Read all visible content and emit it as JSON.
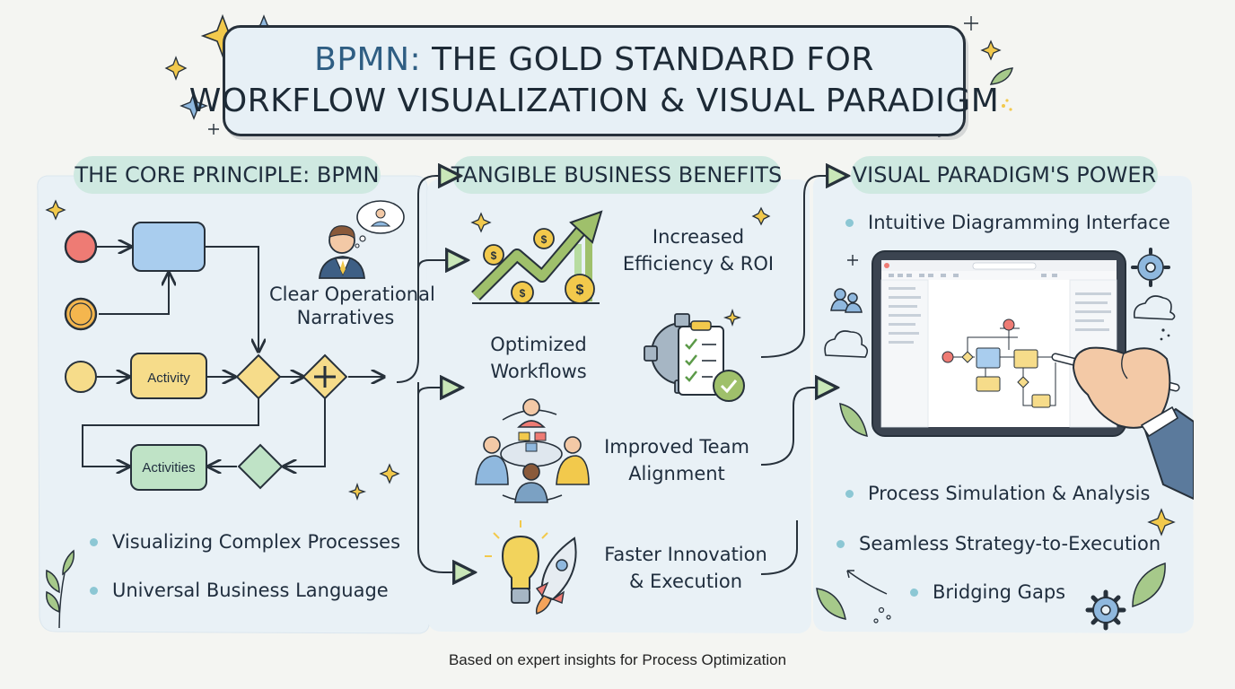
{
  "title": {
    "line1_accent": "BPMN:",
    "line1_rest": " THE GOLD STANDARD FOR",
    "line2": "WORKFLOW VISUALIZATION & VISUAL PARADIGM"
  },
  "sections": {
    "core": {
      "heading": "THE CORE PRINCIPLE: BPMN",
      "diagram": {
        "activity_label": "Activity",
        "activities_label": "Activities"
      },
      "narrative_label_1": "Clear Operational",
      "narrative_label_2": "Narratives",
      "bullets": [
        "Visualizing Complex Processes",
        "Universal Business Language"
      ]
    },
    "benefits": {
      "heading": "TANGIBLE BUSINESS BENEFITS",
      "items": [
        {
          "line1": "Increased",
          "line2": "Efficiency & ROI"
        },
        {
          "line1": "Optimized",
          "line2": "Workflows"
        },
        {
          "line1": "Improved Team",
          "line2": "Alignment"
        },
        {
          "line1": "Faster Innovation",
          "line2": "& Execution"
        }
      ]
    },
    "vp": {
      "heading": "VISUAL PARADIGM'S POWER",
      "bullets": [
        "Intuitive Diagramming Interface",
        "Process Simulation & Analysis",
        "Seamless Strategy-to-Execution",
        "Bridging Gaps"
      ]
    }
  },
  "footer": "Based on expert insights for Process Optimization",
  "colors": {
    "panel": "#e9f1f6",
    "pill": "#cfe9e1",
    "activity_blue": "#a9cdee",
    "activity_yellow": "#f6dc8a",
    "activity_green": "#bfe3c6",
    "start_red": "#ee7b74",
    "accent_green": "#9fc06b"
  }
}
